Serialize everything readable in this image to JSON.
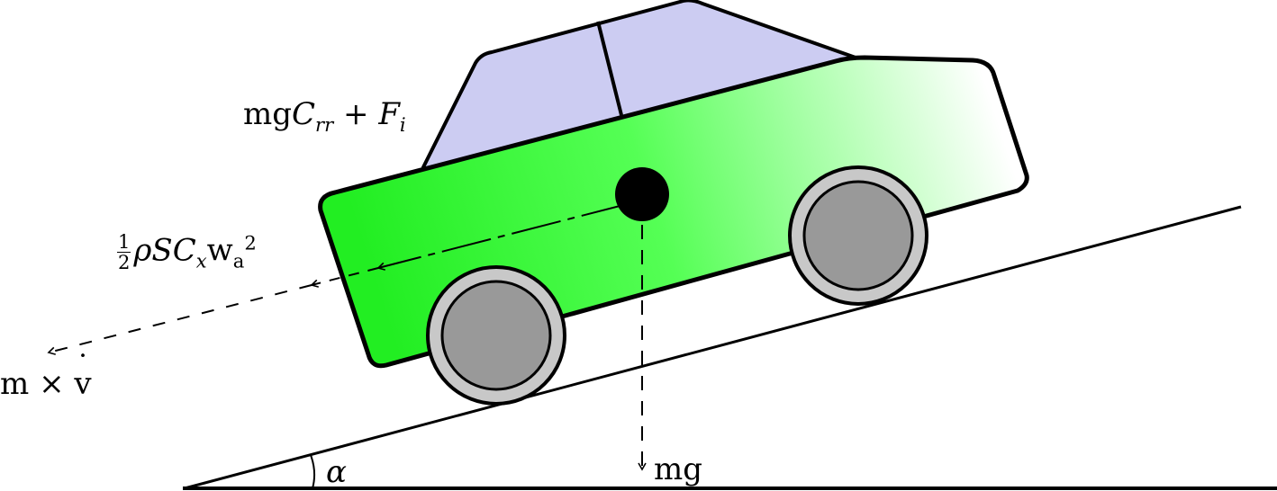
{
  "labels": {
    "rolling_resistance": {
      "base": "mg",
      "c": "C",
      "c_sub": "rr",
      "plus": "+",
      "f": "F",
      "f_sub": "i"
    },
    "aero_drag": {
      "frac_num": "1",
      "frac_den": "2",
      "rho": "ρ",
      "s": "S",
      "c": "C",
      "c_sub": "x",
      "w": "w",
      "w_sub": "a",
      "exp": "2"
    },
    "inertia": {
      "m": "m",
      "times": "×",
      "v": "v"
    },
    "gravity": {
      "text": "mg"
    },
    "angle": {
      "symbol": "α"
    }
  },
  "colors": {
    "body_green": "#33ff33",
    "cabin_blue": "#ccccf2",
    "wheel_rim": "#c8c8c8",
    "wheel_hub": "#999999",
    "outline": "#000000"
  }
}
